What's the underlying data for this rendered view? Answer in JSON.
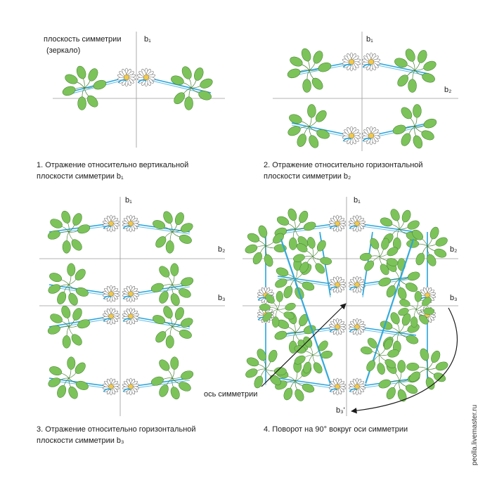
{
  "colors": {
    "leaf": "#7cc35a",
    "leaf_stroke": "#3f7a2a",
    "stem": "#2aa6dc",
    "axis": "#9a9a9a",
    "petal": "#ffffff",
    "center": "#f2c94c"
  },
  "axes": {
    "b1": "b₁",
    "b2": "b₂",
    "b3": "b₃",
    "b3_prime": "b₃'"
  },
  "panel1": {
    "mirror_label_line1": "плоскость симметрии",
    "mirror_label_line2": "(зеркало)",
    "caption_line1": "1. Отражение относительно вертикальной",
    "caption_line2": "плоскости симметрии b₁"
  },
  "panel2": {
    "caption_line1": "2. Отражение относительно горизонтальной",
    "caption_line2": "плоскости симметрии b₂"
  },
  "panel3": {
    "caption_line1": "3. Отражение относительно горизонтальной",
    "caption_line2": "плоскости симметрии b₃"
  },
  "panel4": {
    "axis_label": "ось симметрии",
    "caption": "4. Поворот на 90° вокруг оси симметрии"
  },
  "watermark": "peolla.livemaster.ru"
}
